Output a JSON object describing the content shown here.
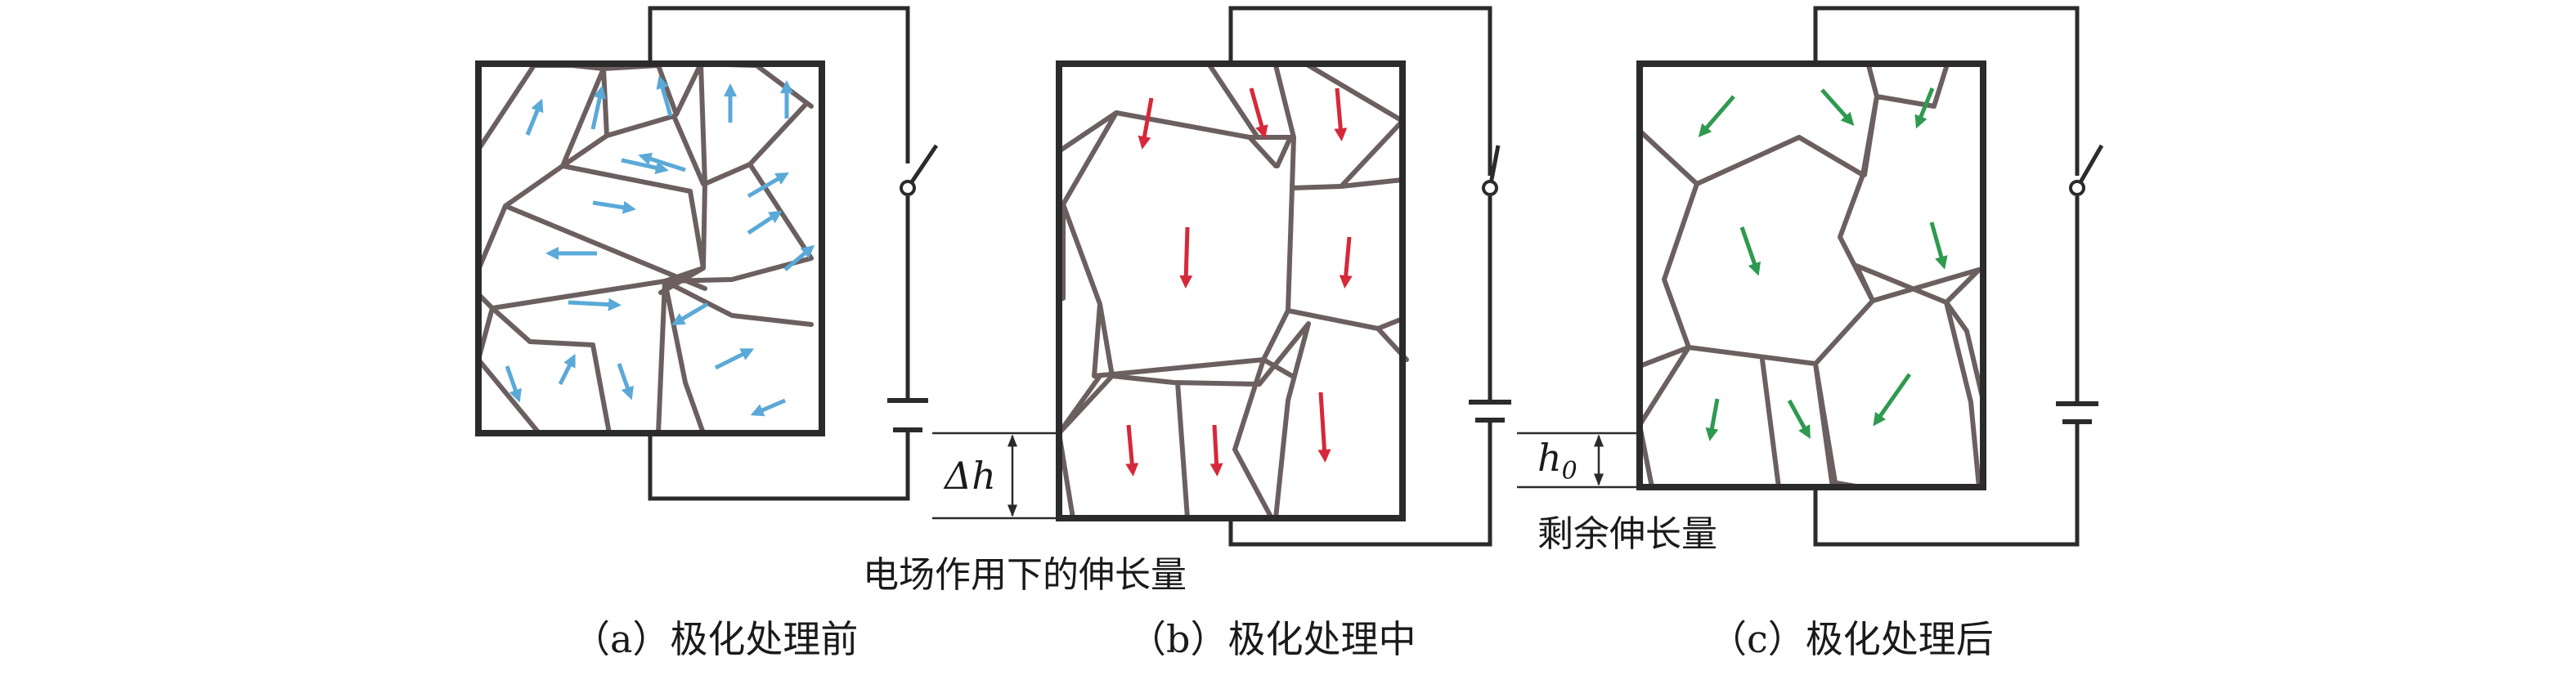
{
  "panels": [
    {
      "caption": "（a）极化处理前",
      "arrow_color": "#5aa9d8"
    },
    {
      "caption": "（b）极化处理中",
      "arrow_color": "#d62839"
    },
    {
      "caption": "（c）极化处理后",
      "arrow_color": "#2e9a50"
    }
  ],
  "annotations": {
    "delta_h": "Δh",
    "h0_symbol": "h",
    "h0_subscript": "0",
    "elongation_under_field": "电场作用下的伸长量",
    "residual_elongation": "剩余伸长量"
  },
  "colors": {
    "frame": "#2b2b2b",
    "grain_boundary": "#6b5f5f"
  }
}
